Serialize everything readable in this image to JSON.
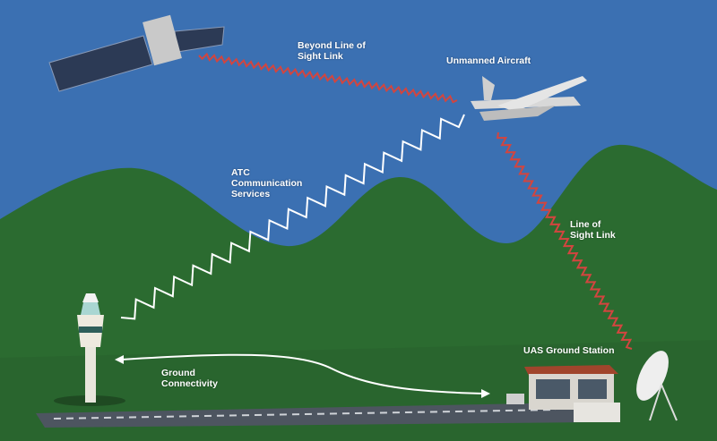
{
  "labels": {
    "bvlos": "Beyond Line of Sight Link",
    "bvlos_line1": "Beyond Line of",
    "bvlos_line2": "Sight Link",
    "aircraft": "Unmanned Aircraft",
    "atc_line1": "ATC",
    "atc_line2": "Communication",
    "atc_line3": "Services",
    "los_line1": "Line of",
    "los_line2": "Sight Link",
    "ground_station": "UAS Ground Station",
    "gc_line1": "Ground",
    "gc_line2": "Connectivity"
  },
  "colors": {
    "sky": "#3b70b2",
    "terrain": "#2b6b30",
    "link_red": "#d2453f",
    "link_white": "#ffffff"
  }
}
